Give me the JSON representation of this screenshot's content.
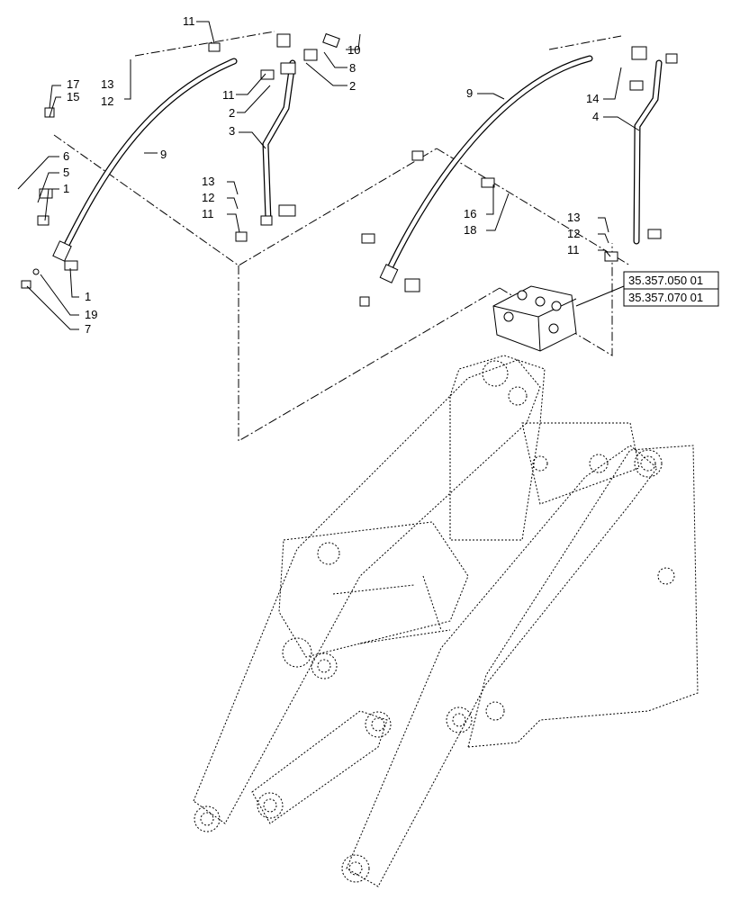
{
  "callouts": [
    {
      "id": "c11a",
      "text": "11"
    },
    {
      "id": "c13a",
      "text": "13"
    },
    {
      "id": "c12a",
      "text": "12"
    },
    {
      "id": "c17",
      "text": "17"
    },
    {
      "id": "c15",
      "text": "15"
    },
    {
      "id": "c11b",
      "text": "11"
    },
    {
      "id": "c2a",
      "text": "2"
    },
    {
      "id": "c3",
      "text": "3"
    },
    {
      "id": "c10",
      "text": "10"
    },
    {
      "id": "c8",
      "text": "8"
    },
    {
      "id": "c2b",
      "text": "2"
    },
    {
      "id": "c9a",
      "text": "9"
    },
    {
      "id": "c6",
      "text": "6"
    },
    {
      "id": "c5",
      "text": "5"
    },
    {
      "id": "c1a",
      "text": "1"
    },
    {
      "id": "c13b",
      "text": "13"
    },
    {
      "id": "c12b",
      "text": "12"
    },
    {
      "id": "c11c",
      "text": "11"
    },
    {
      "id": "c1b",
      "text": "1"
    },
    {
      "id": "c19",
      "text": "19"
    },
    {
      "id": "c7",
      "text": "7"
    },
    {
      "id": "c9b",
      "text": "9"
    },
    {
      "id": "c14",
      "text": "14"
    },
    {
      "id": "c4",
      "text": "4"
    },
    {
      "id": "c16",
      "text": "16"
    },
    {
      "id": "c18",
      "text": "18"
    },
    {
      "id": "c13c",
      "text": "13"
    },
    {
      "id": "c12c",
      "text": "12"
    },
    {
      "id": "c11d",
      "text": "11"
    }
  ],
  "references": [
    {
      "id": "ref1",
      "text": "35.357.050 01"
    },
    {
      "id": "ref2",
      "text": "35.357.070 01"
    }
  ]
}
